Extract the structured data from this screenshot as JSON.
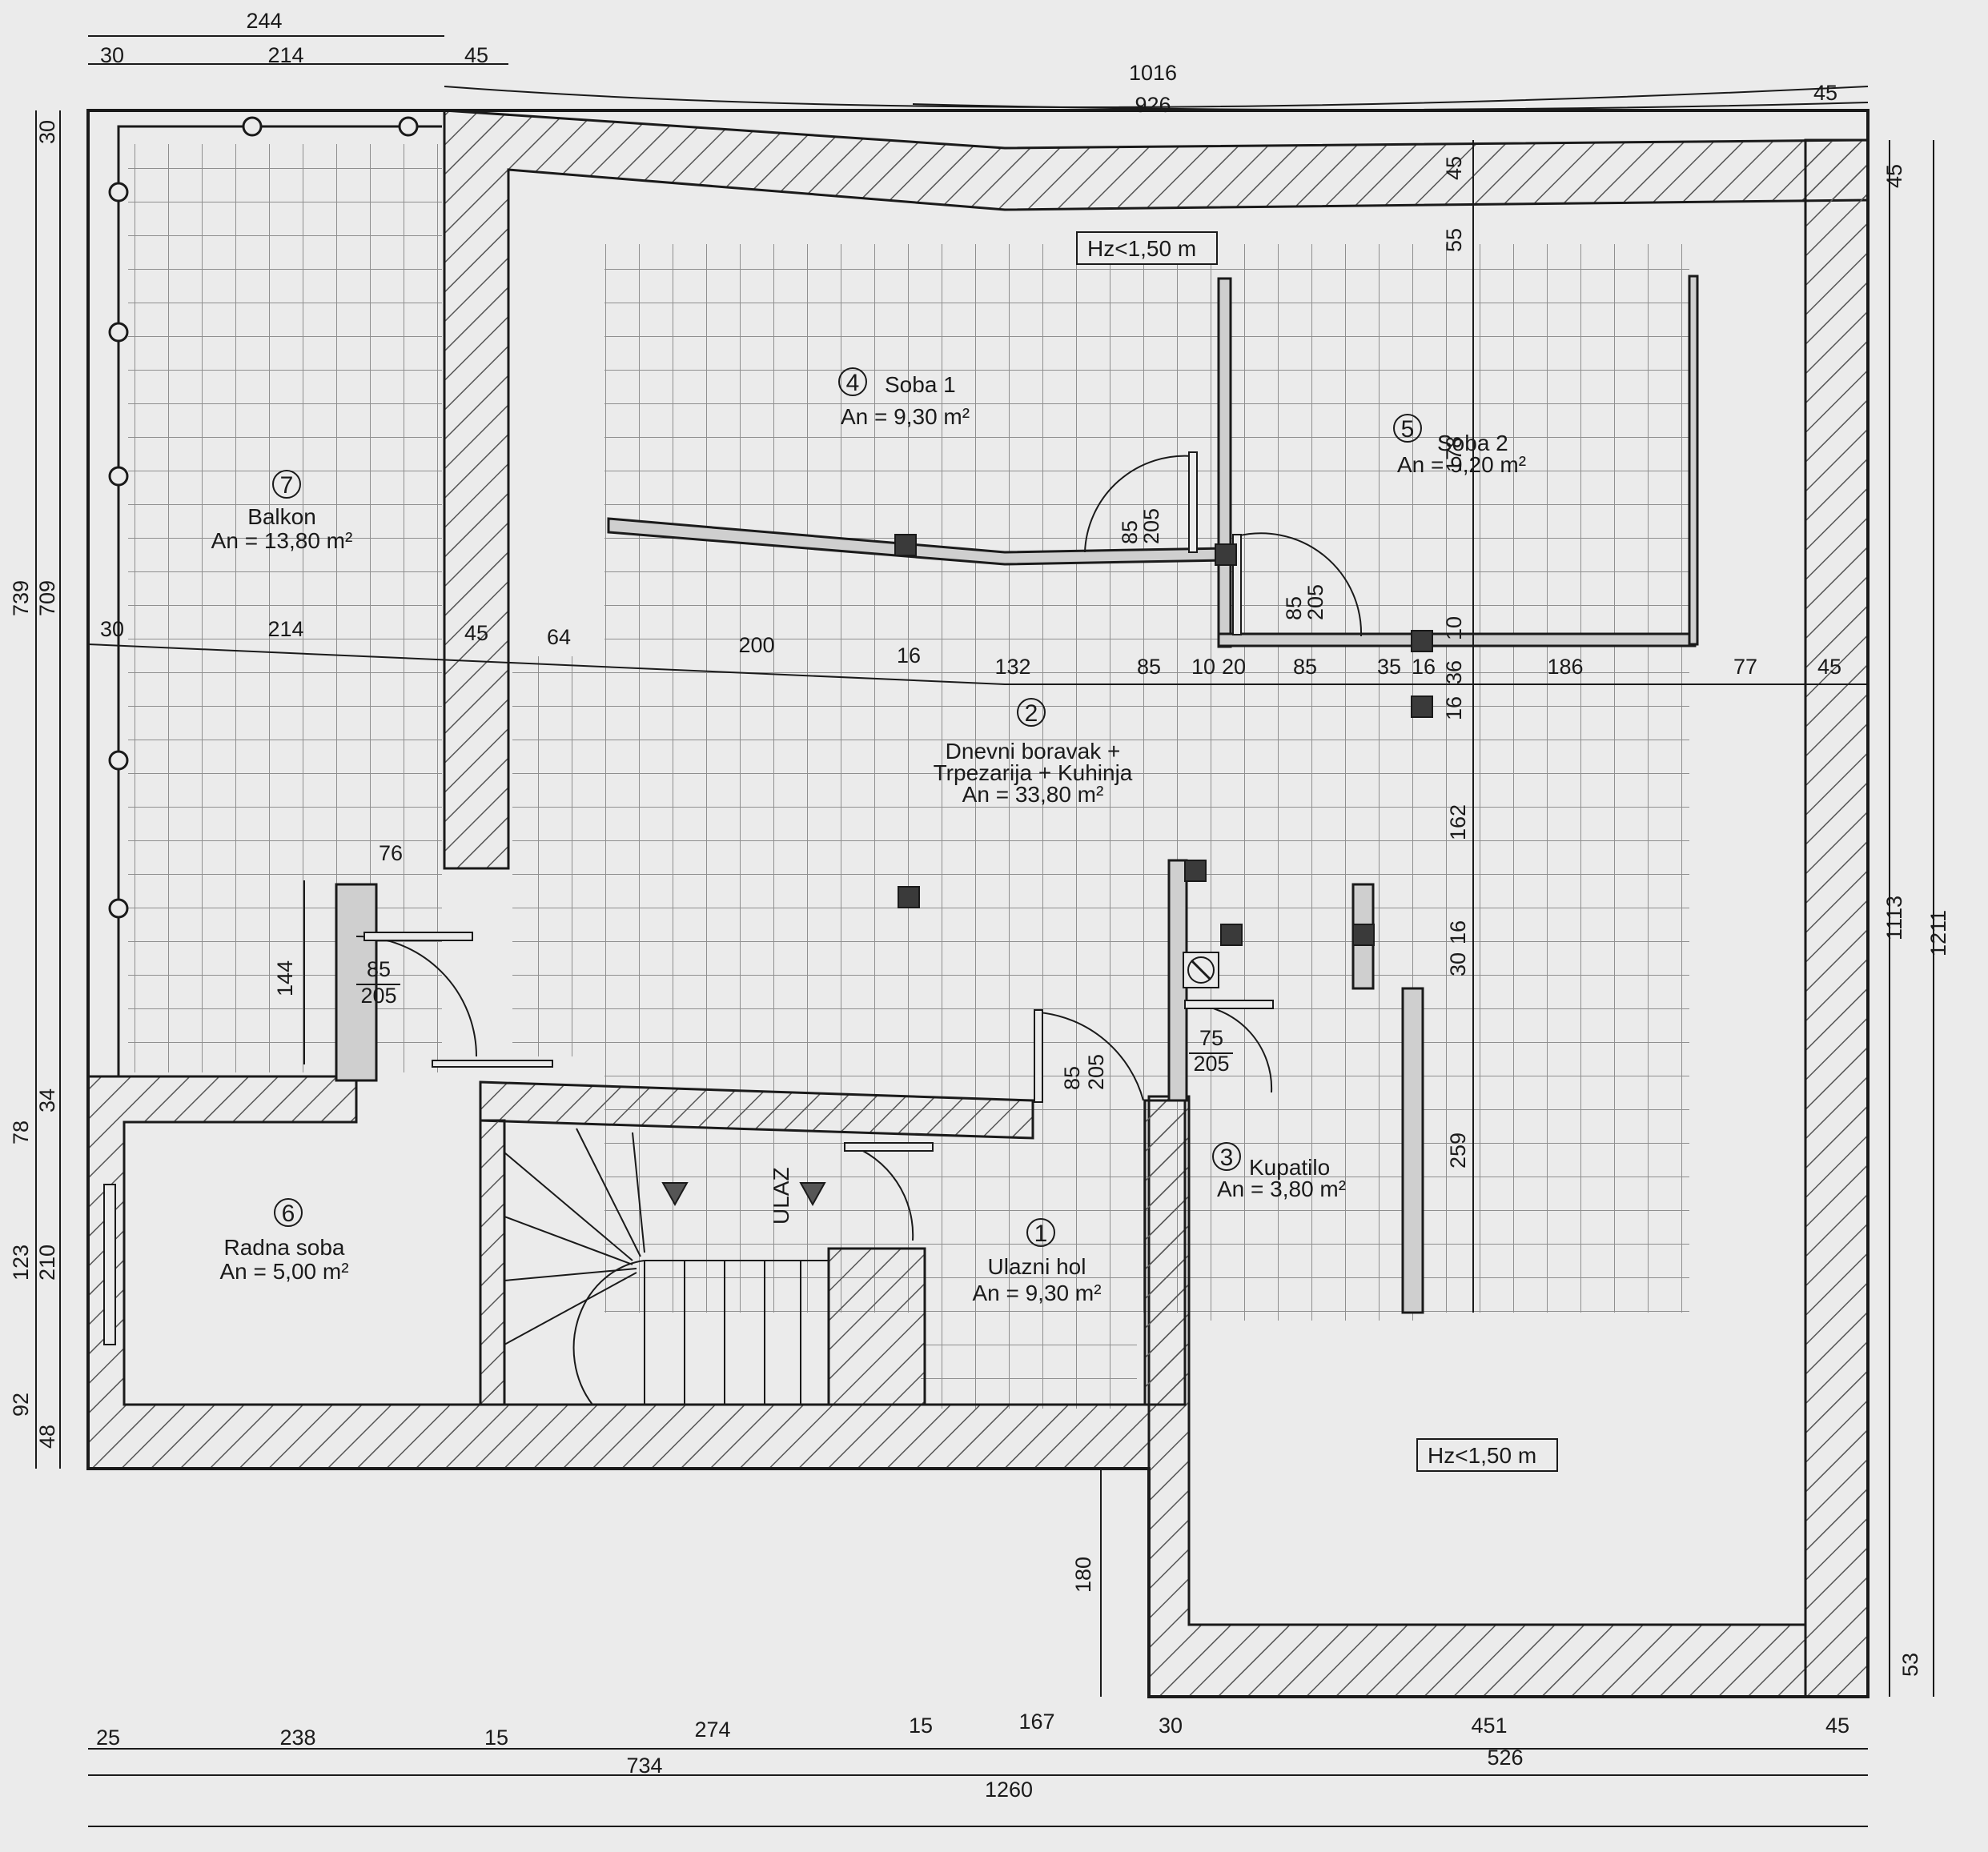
{
  "colors": {
    "background": "#ebebeb",
    "wall": "#cfcfcf",
    "line": "#1a1a1a",
    "grid": "#8f8f8f",
    "marker": "#3a3a3a"
  },
  "rooms": [
    {
      "num": "1",
      "name": "Ulazni hol",
      "area": "An = 9,30 m²"
    },
    {
      "num": "2",
      "name_line1": "Dnevni boravak +",
      "name_line2": "Trpezarija + Kuhinja",
      "area": "An = 33,80 m²"
    },
    {
      "num": "3",
      "name": "Kupatilo",
      "area": "An = 3,80 m²"
    },
    {
      "num": "4",
      "name": "Soba 1",
      "area": "An = 9,30 m²"
    },
    {
      "num": "5",
      "name": "Soba 2",
      "area": "An = 9,20 m²"
    },
    {
      "num": "6",
      "name": "Radna soba",
      "area": "An = 5,00 m²"
    },
    {
      "num": "7",
      "name": "Balkon",
      "area": "An = 13,80 m²"
    }
  ],
  "notes": {
    "height_limit": "Hz<1,50 m",
    "entrance": "ULAZ"
  },
  "doors": [
    {
      "w": "85",
      "h": "205"
    },
    {
      "w": "85",
      "h": "205"
    },
    {
      "w": "85",
      "h": "205"
    },
    {
      "w": "75",
      "h": "205"
    },
    {
      "w": "85",
      "h": "205"
    }
  ],
  "dims": {
    "top_total_left": "244",
    "top_left": [
      "30",
      "214",
      "45"
    ],
    "top_total_right": "1016",
    "top_right_inner": "926",
    "top_right_end": "45",
    "middle_row": [
      "30",
      "214",
      "45",
      "64",
      "200",
      "16",
      "132",
      "85",
      "10",
      "20",
      "85",
      "35",
      "16",
      "186",
      "77",
      "45"
    ],
    "bottom_row1": [
      "25",
      "238",
      "15",
      "274",
      "15",
      "167",
      "30",
      "451",
      "45"
    ],
    "bottom_row2_left": "734",
    "bottom_row2_right": "526",
    "bottom_total": "1260",
    "left_outer": "739",
    "left_inner": "709",
    "left_top": "30",
    "left_lower": [
      "34",
      "78",
      "123",
      "210",
      "92",
      "48"
    ],
    "right": [
      "45",
      "1113",
      "1211",
      "53"
    ],
    "center_vertical": [
      "45",
      "55",
      "178",
      "10",
      "36",
      "16",
      "162",
      "30",
      "16",
      "259"
    ],
    "misc": {
      "d76": "76",
      "d144": "144",
      "d180": "180"
    }
  }
}
